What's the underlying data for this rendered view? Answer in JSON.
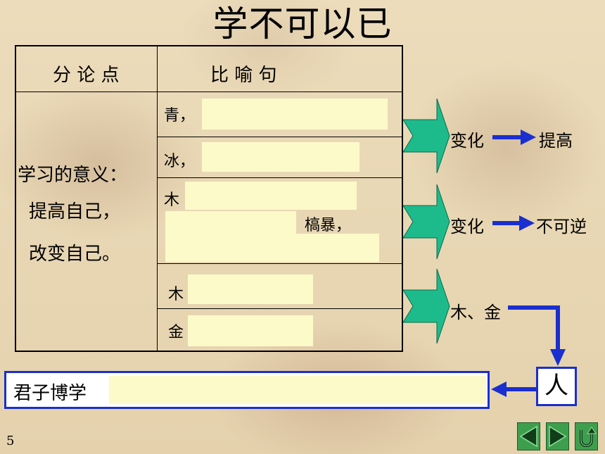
{
  "title": "学不可以已",
  "table": {
    "header_left": "分 论 点",
    "header_right": "比    喻    句",
    "meaning_lines": [
      "学习的意义：",
      "提高自己，",
      "改变自己。"
    ],
    "rows": [
      {
        "label": "青，"
      },
      {
        "label": "冰，"
      },
      {
        "label": "木",
        "extra": "槁暴，"
      },
      {
        "label": "木"
      },
      {
        "label": "金"
      }
    ]
  },
  "right_notes": {
    "change1": "变化",
    "result1": "提高",
    "change2": "变化",
    "result2": "不可逆",
    "wood_metal": "木、金"
  },
  "person": "人",
  "bottom_text": "君子博学",
  "page_number": "5",
  "colors": {
    "arrow_green": "#1dbb8c",
    "blue_arrow": "#1a2fcf",
    "blank_fill": "#fdfac9",
    "nav_green": "#3d9f4e"
  },
  "nav_icons": [
    "prev-triangle-icon",
    "next-triangle-icon",
    "return-icon"
  ]
}
